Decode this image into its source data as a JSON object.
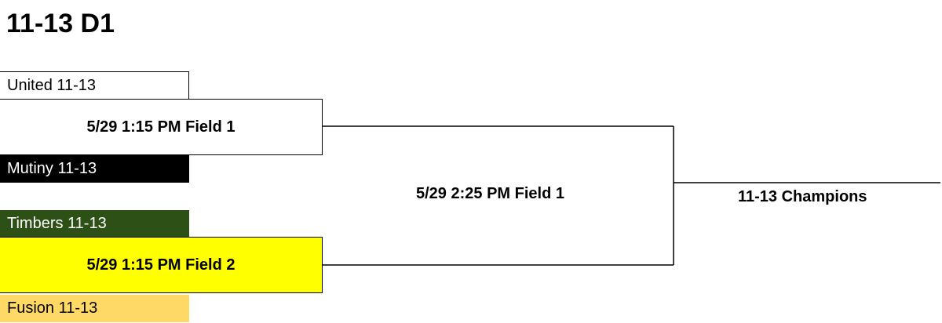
{
  "title": "11-13 D1",
  "teams": [
    {
      "name": "United 11-13",
      "bg": "#ffffff",
      "color": "#000000"
    },
    {
      "name": "Mutiny 11-13",
      "bg": "#000000",
      "color": "#ffffff"
    },
    {
      "name": "Timbers 11-13",
      "bg": "#2d5016",
      "color": "#ffffff"
    },
    {
      "name": "Fusion 11-13",
      "bg": "#ffd966",
      "color": "#000000"
    }
  ],
  "games": [
    {
      "label": "5/29 1:15 PM Field 1",
      "bg": "#ffffff"
    },
    {
      "label": "5/29 1:15 PM Field 2",
      "bg": "#ffff00"
    }
  ],
  "final": {
    "label": "5/29 2:25 PM Field 1"
  },
  "champion": {
    "label": "11-13 Champions"
  }
}
